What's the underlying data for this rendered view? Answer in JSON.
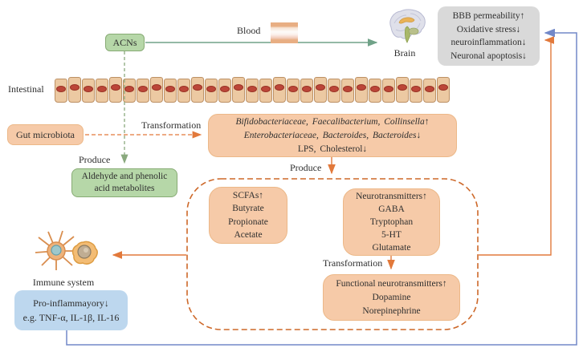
{
  "figure": {
    "title_semantic": "ACNs gut microbiota brain axis diagram"
  },
  "labels": {
    "blood": "Blood",
    "brain": "Brain",
    "intestinal": "Intestinal",
    "immune_system": "Immune system",
    "transformation_top": "Transformation",
    "transformation_bottom": "Transformation",
    "produce_left": "Produce",
    "produce_middle": "Produce"
  },
  "boxes": {
    "acns": {
      "label": "ACNs"
    },
    "gut_microbiota": {
      "label": "Gut microbiota"
    },
    "metabolites": {
      "lines": [
        "Aldehyde and phenolic",
        "acid metabolites"
      ]
    },
    "bbb_effects": {
      "lines": [
        "BBB permeability↑",
        "Oxidative stress↓",
        "neuroinflammation↓",
        "Neuronal apoptosis↓"
      ]
    },
    "bacteria": {
      "italic_lines": [
        "Bifidobacteriaceae,  Faecalibacterium,  Collinsella↑",
        "Enterobacteriaceae,  Bacteroides,  Bacteroides↓"
      ],
      "plain_line": "LPS, Cholesterol↓"
    },
    "scfas": {
      "lines": [
        "SCFAs↑",
        "Butyrate",
        "Propionate",
        "Acetate"
      ]
    },
    "neurotransmitters": {
      "lines": [
        "Neurotransmitters↑",
        "GABA",
        "Tryptophan",
        "5-HT",
        "Glutamate"
      ]
    },
    "functional_neurotransmitters": {
      "lines": [
        "Functional neurotransmitters↑",
        "Dopamine",
        "Norepinephrine"
      ]
    },
    "pro_inflammatory": {
      "lines": [
        "Pro-inflammayory↓",
        "e.g. TNF-α, IL-1β, IL-16"
      ]
    }
  },
  "icons": {
    "brain": "brain-icon",
    "blood_vessel": "blood-vessel-icon",
    "immune_cells": "immune-cells-icon",
    "intestinal_barrier": "intestinal-cell-row"
  },
  "intestinal_barrier": {
    "cell_count": 29
  },
  "colors": {
    "orange_box_fill": "#f6caa8",
    "green_box_fill": "#b6d7a8",
    "gray_box_fill": "#d9d9d9",
    "blue_box_fill": "#bdd7ee",
    "orange_line": "#e2793b",
    "dashed_container_border": "#cd6829",
    "blue_line": "#7288c8",
    "green_line": "#70a288",
    "green_dashed_line": "#8aa97e",
    "cell_fill": "#ecc9a2",
    "cell_nucleus": "#bc4638"
  }
}
